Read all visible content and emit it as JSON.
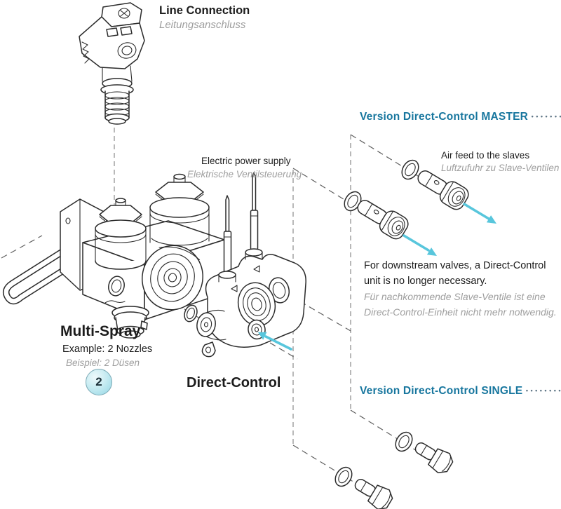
{
  "labels": {
    "line_connection": {
      "en": "Line Connection",
      "de": "Leitungsanschluss"
    },
    "electric_power": {
      "en": "Electric power supply",
      "de": "Elektrische Ventilsteuerung"
    },
    "multi_spray": {
      "title": "Multi-Spray",
      "example_en": "Example: 2 Nozzles",
      "example_de": "Beispiel: 2 Düsen",
      "badge": "2"
    },
    "direct_control": {
      "title": "Direct-Control"
    },
    "master": {
      "heading": "Version Direct-Control MASTER",
      "dots": "•••••••",
      "air_feed_en": "Air feed to the slaves",
      "air_feed_de": "Luftzufuhr zu Slave-Ventilen",
      "note_en_1": "For downstream valves, a Direct-Control",
      "note_en_2": "unit is no longer necessary.",
      "note_de_1": "Für nachkommende Slave-Ventile ist eine",
      "note_de_2": "Direct-Control-Einheit nicht mehr notwendig."
    },
    "single": {
      "heading": "Version Direct-Control SINGLE",
      "dots": "••••••••••"
    }
  },
  "colors": {
    "accent_teal": "#17769e",
    "arrow_cyan": "#58c6dc",
    "subtitle_gray": "#9e9e9e",
    "line_art": "#2b2b2b"
  }
}
